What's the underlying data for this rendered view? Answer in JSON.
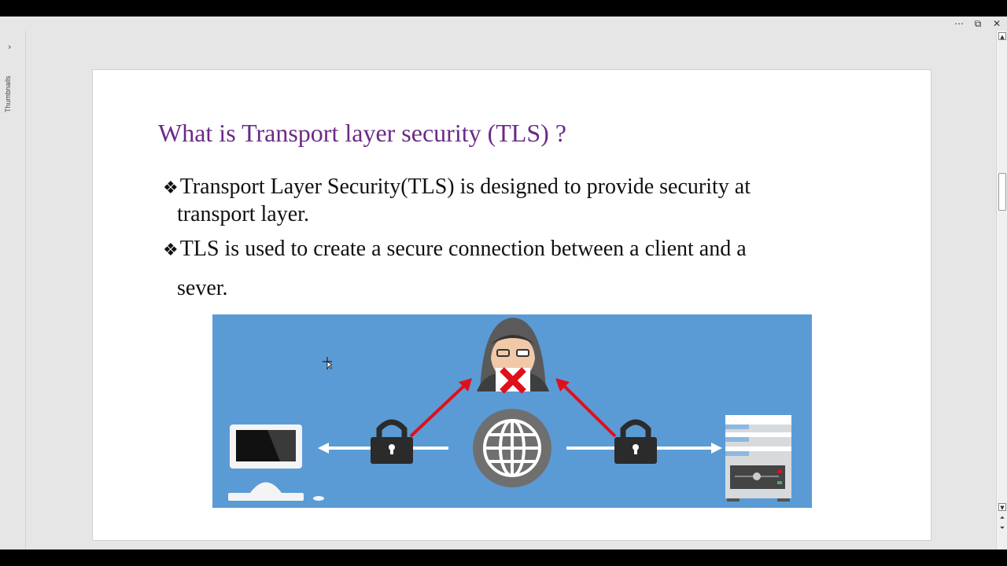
{
  "window": {
    "controls": {
      "more_icon": "⋯",
      "restore_icon": "⧉",
      "close_icon": "✕"
    }
  },
  "thumbnails_pane": {
    "label": "Thumbnails",
    "toggle_icon": "›"
  },
  "slide": {
    "title": "What is Transport layer security (TLS) ?",
    "bullet_mark": "❖",
    "bullets": [
      {
        "line1": "Transport Layer Security(TLS) is designed to provide security at",
        "line2": "transport layer."
      },
      {
        "line1": "TLS is used to create a secure connection between a client and a",
        "line2": "sever."
      }
    ]
  },
  "illustration": {
    "background": "#5b9bd5",
    "icons": [
      "computer-icon",
      "padlock-icon",
      "globe-icon",
      "hacker-icon",
      "server-icon",
      "blocked-x-icon"
    ],
    "accent_red": "#e0101a"
  },
  "scrollbar": {
    "up_icon": "▲",
    "down_icon": "▼",
    "prev_icon": "⏶",
    "next_icon": "⏷"
  }
}
